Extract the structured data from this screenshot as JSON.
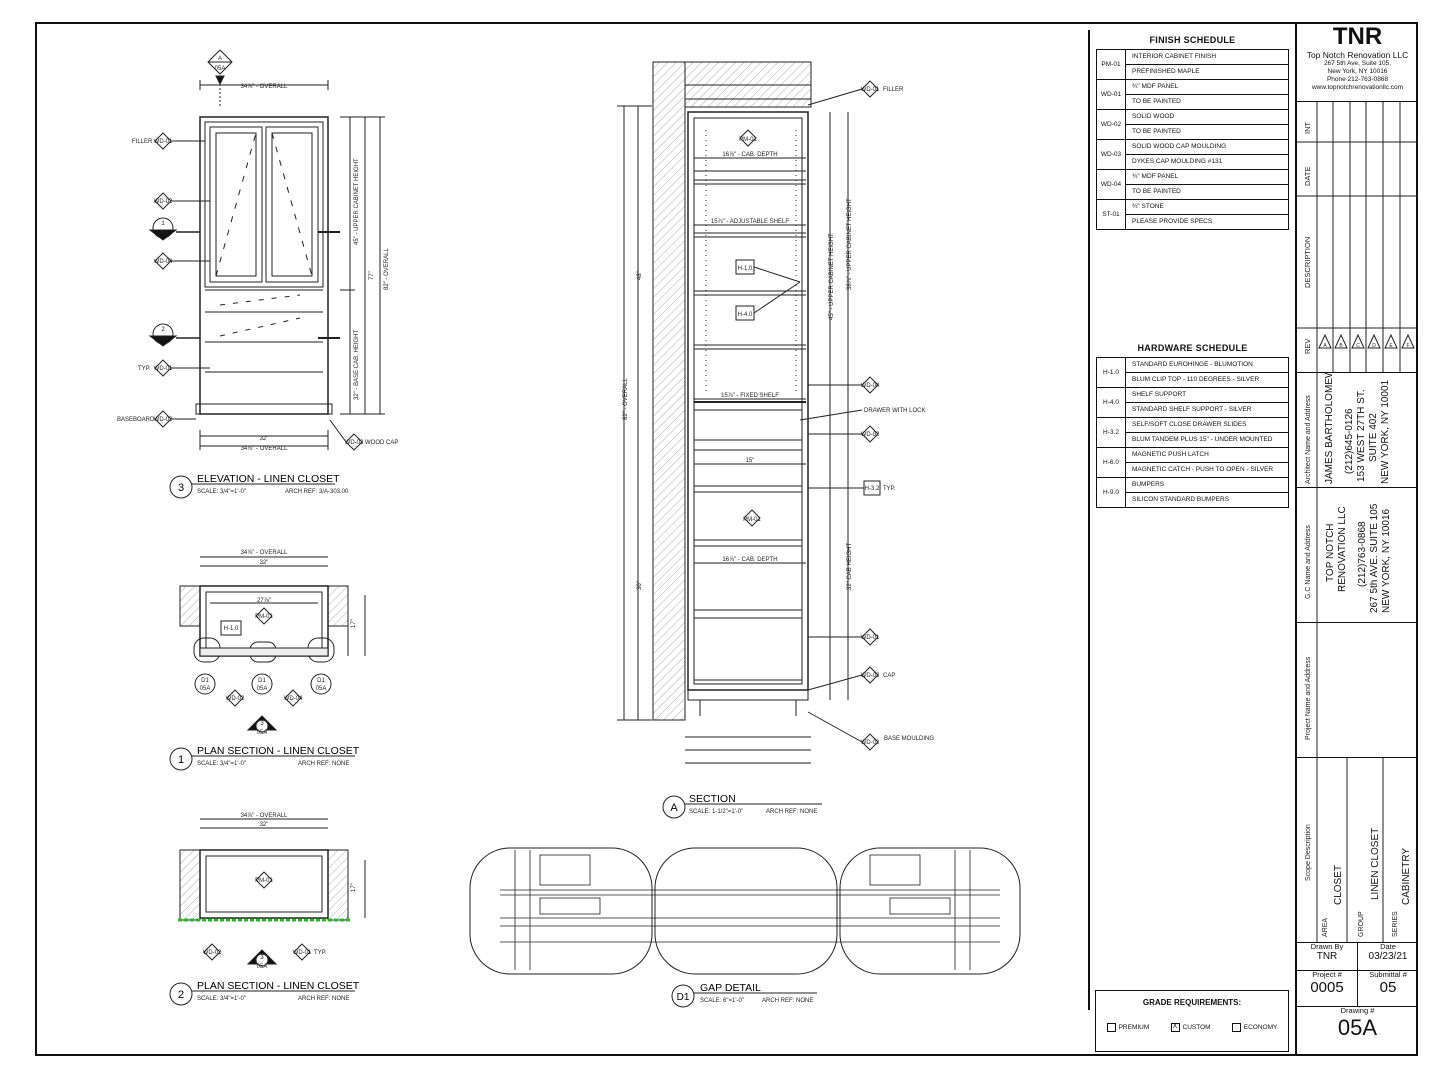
{
  "finish_schedule": {
    "title": "FINISH SCHEDULE",
    "rows": [
      {
        "code": "PM-01",
        "lines": [
          "INTERIOR CABINET FINISH",
          "PREFINISHED MAPLE"
        ]
      },
      {
        "code": "WD-01",
        "lines": [
          "¾\" MDF PANEL",
          "TO BE PAINTED"
        ]
      },
      {
        "code": "WD-02",
        "lines": [
          "SOLID WOOD",
          "TO BE PAINTED"
        ]
      },
      {
        "code": "WD-03",
        "lines": [
          "SOLID WOOD CAP MOULDING",
          "DYKES CAP MOULDING #131"
        ]
      },
      {
        "code": "WD-04",
        "lines": [
          "¾\" MDF PANEL",
          "TO BE PAINTED"
        ]
      },
      {
        "code": "ST-01",
        "lines": [
          "¾\" STONE",
          "PLEASE PROVIDE SPECS"
        ]
      }
    ]
  },
  "hardware_schedule": {
    "title": "HARDWARE SCHEDULE",
    "rows": [
      {
        "code": "H-1.0",
        "lines": [
          "STANDARD EUROHINGE - BLUMOTION",
          "BLUM CLIP TOP - 110 DEGREES - SILVER"
        ]
      },
      {
        "code": "H-4.0",
        "lines": [
          "SHELF SUPPORT",
          "STANDARD SHELF SUPPORT - SILVER"
        ]
      },
      {
        "code": "H-3.2",
        "lines": [
          "SELF/SOFT CLOSE DRAWER SLIDES",
          "BLUM TANDEM PLUS 15\" - UNDER MOUNTED"
        ]
      },
      {
        "code": "H-6.0",
        "lines": [
          "MAGNETIC PUSH LATCH",
          "MAGNETIC CATCH - PUSH TO OPEN - SILVER"
        ]
      },
      {
        "code": "H-9.0",
        "lines": [
          "BUMPERS",
          "SILICON STANDARD BUMPERS"
        ]
      }
    ]
  },
  "grade": {
    "title": "GRADE REQUIREMENTS:",
    "options": [
      {
        "label": "PREMIUM",
        "mark": ""
      },
      {
        "label": "CUSTOM",
        "mark": "X"
      },
      {
        "label": "ECONOMY",
        "mark": ""
      }
    ]
  },
  "title_block": {
    "logo": "TNR",
    "company": "Top Notch Renovation LLC",
    "address1": "267 5th Ave, Suite 105,",
    "address2": "New York, NY 10016",
    "phone": "Phone 212-763-0868",
    "web": "www.topnotchrenovationllc.com",
    "rev_headers": [
      "INT",
      "DATE",
      "DESCRIPTION",
      "REV"
    ],
    "rev_marks": [
      "A",
      "B",
      "C",
      "D",
      "E",
      "F"
    ],
    "architect_label": "Architect Name and Address",
    "architect_lines": [
      "JAMES BARTHOLOMEW",
      "(212)645-0126",
      "153 WEST 27TH ST.",
      "SUITE 402",
      "NEW YORK, NY 10001"
    ],
    "gc_label": "G.C Name and Address",
    "gc_lines": [
      "TOP NOTCH",
      "RENOVATION LLC",
      "(212)763-0868",
      "267 5th AVE. SUITE 105",
      "NEW YORK, NY 10016"
    ],
    "project_label": "Project Name and Address",
    "scope_label": "Scope Description",
    "area_label": "AREA",
    "area_value": "CLOSET",
    "group_label": "GROUP",
    "group_value": "LINEN CLOSET",
    "series_label": "SERIES",
    "series_value": "CABINETRY",
    "drawn_by_label": "Drawn By",
    "drawn_by": "TNR",
    "date_label": "Date",
    "date": "03/23/21",
    "project_no_label": "Project #",
    "project_no": "0005",
    "submittal_label": "Submittal #",
    "submittal": "05",
    "drawing_label": "Drawing #",
    "drawing": "05A"
  },
  "views": {
    "elevation": {
      "num": "3",
      "title": "ELEVATION - LINEN CLOSET",
      "scale": "SCALE: 3/4\"=1'-0\"",
      "ref": "ARCH REF: 3/A-303.00"
    },
    "plan1": {
      "num": "1",
      "title": "PLAN SECTION - LINEN CLOSET",
      "scale": "SCALE: 3/4\"=1'-0\"",
      "ref": "ARCH REF: NONE"
    },
    "plan2": {
      "num": "2",
      "title": "PLAN SECTION - LINEN CLOSET",
      "scale": "SCALE: 3/4\"=1'-0\"",
      "ref": "ARCH REF: NONE"
    },
    "section": {
      "num": "A",
      "title": "SECTION",
      "scale": "SCALE: 1-1/2\"=1'-0\"",
      "ref": "ARCH REF: NONE"
    },
    "gap": {
      "num": "D1",
      "title": "GAP DETAIL",
      "scale": "SCALE: 6\"=1'-0\"",
      "ref": "ARCH REF: NONE"
    }
  },
  "annotations": {
    "overall_34": "34⅞\" - OVERALL",
    "filler": "FILLER",
    "typ": "TYP.",
    "baseboard": "BASEBOARD",
    "wood_cap": "WOOD CAP",
    "upper_height": "45\" - UPPER CABINET HEIGHT",
    "base_height": "32\" - BASE CAB. HEIGHT",
    "overall_82": "82\" - OVERALL",
    "dim_77": "77\"",
    "dim_32": "32\"",
    "dim_27": "27⅞\"",
    "dim_17": "17\"",
    "cab_depth": "16⅞\" - CAB. DEPTH",
    "adj_shelf": "15⅞\" - ADJUSTABLE SHELF",
    "fixed_shelf": "15⅞\" - FIXED SHELF",
    "drawer_lock": "DRAWER WITH LOCK",
    "cap": "CAP",
    "base_moulding": "BASE MOULDING",
    "dim_48": "48\"",
    "dim_36": "36\"",
    "dim_15": "15\"",
    "upper_height_38": "38⅞\" - UPPER CABINET HEIGHT",
    "cab_height_32": "32\" CAB HEIGHT",
    "tags": {
      "pm01": "PM-01",
      "wd01": "WD-01",
      "wd02": "WD-02",
      "wd03": "WD-03",
      "wd04": "WD-04",
      "h10": "H-1.0",
      "h40": "H-4.0",
      "h32": "H-3.2",
      "d1": "D1",
      "sheet": "05A",
      "one": "1",
      "two": "2",
      "three": "3",
      "a": "A"
    }
  }
}
